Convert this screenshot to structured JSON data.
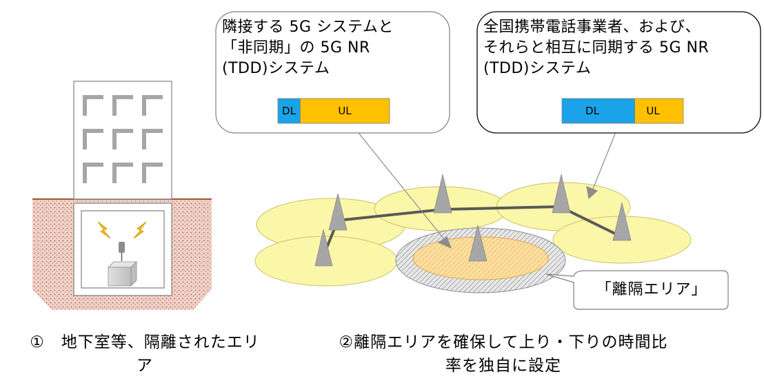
{
  "callout_left": {
    "text": "隣接する 5G システムと\n「非同期」の 5G NR\n(TDD)システム",
    "dl_label": "DL",
    "ul_label": "UL",
    "dl_color": "#1aa3e8",
    "ul_color": "#ffc000",
    "dl_share": 0.2,
    "ul_share": 0.8
  },
  "callout_right": {
    "text": "全国携帯電話事業者、および、\nそれらと相互に同期する 5G NR\n(TDD)システム",
    "dl_label": "DL",
    "ul_label": "UL",
    "dl_color": "#1aa3e8",
    "ul_color": "#ffc000",
    "dl_share": 0.6,
    "ul_share": 0.4
  },
  "isolation_label": "「離隔エリア」",
  "captions": {
    "left": "①　地下室等、隔離されたエリ\nア",
    "right": "②離隔エリアを確保して上り・下りの時間比\n率を独自に設定"
  },
  "colors": {
    "coverage": "#fbf7a8",
    "tower": "#a6a6a6",
    "ground": "#e9c6bc",
    "ground_line": "#a0522d"
  }
}
